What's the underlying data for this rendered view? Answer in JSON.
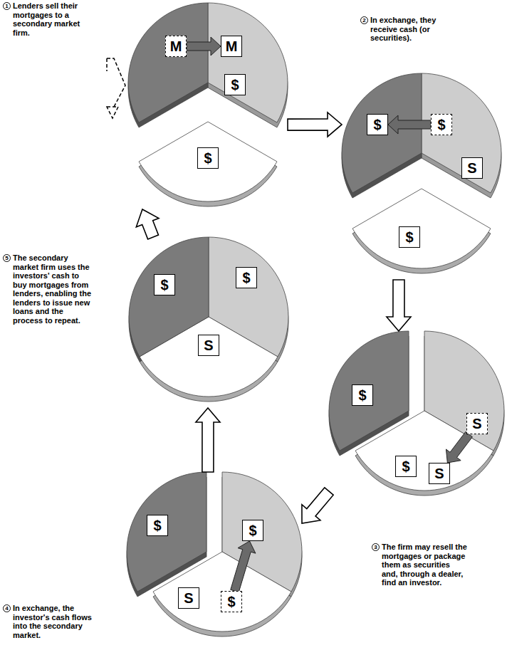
{
  "diagram": {
    "nodes": [
      {
        "text": [
          "1",
          "Lenders sell their mortgages to a secondary market firm."
        ]
      },
      {
        "text": [
          "M"
        ],
        "in": 0
      },
      {
        "text": [
          "M"
        ],
        "in": 0
      },
      {
        "text": [
          "$"
        ],
        "in": 0
      },
      {
        "text": [
          "$"
        ],
        "in": 0
      },
      {
        "text": [
          "2",
          "In exchange, they receive cash (or securities)."
        ]
      },
      {
        "text": [
          "$"
        ],
        "in": 5
      },
      {
        "text": [
          "$"
        ],
        "in": 5
      },
      {
        "text": [
          "S"
        ],
        "in": 5
      },
      {
        "text": [
          "$"
        ],
        "in": 5
      },
      {
        "text": [
          "3",
          "The firm may resell the mortgages or package them as securities and, through a dealer, find an investor."
        ]
      },
      {
        "text": [
          "$"
        ],
        "in": 10
      },
      {
        "text": [
          "S"
        ],
        "in": 10
      },
      {
        "text": [
          "$"
        ],
        "in": 10
      },
      {
        "text": [
          "S"
        ],
        "in": 10
      },
      {
        "text": [
          "4",
          "In exchange, the investor's cash flows into the secondary market."
        ]
      },
      {
        "text": [
          "$"
        ],
        "in": 15
      },
      {
        "text": [
          "$"
        ],
        "in": 15
      },
      {
        "text": [
          "S"
        ],
        "in": 15
      },
      {
        "text": [
          "$"
        ],
        "in": 15
      },
      {
        "text": [
          "5",
          "The secondary market firm uses the investors' cash to buy mortgages from lenders, enabling the lenders to issue new loans and the process to repeat."
        ]
      },
      {
        "text": [
          "$"
        ],
        "in": 20
      },
      {
        "text": [
          "$"
        ],
        "in": 20
      },
      {
        "text": [
          "S"
        ],
        "in": 20
      }
    ],
    "edges": [
      {
        "from": 0,
        "to": 5,
        "arrow": "to"
      },
      {
        "from": 1,
        "to": 2,
        "arrow": "to"
      },
      {
        "from": 5,
        "to": 10,
        "arrow": "to"
      },
      {
        "from": 7,
        "to": 6,
        "arrow": "to"
      },
      {
        "from": 10,
        "to": 15,
        "arrow": "to"
      },
      {
        "from": 12,
        "to": 14,
        "arrow": "to"
      },
      {
        "from": 15,
        "to": 20,
        "arrow": "to"
      },
      {
        "from": 19,
        "to": 17,
        "arrow": "to"
      },
      {
        "from": 20,
        "to": 0,
        "arrow": "to"
      }
    ]
  }
}
